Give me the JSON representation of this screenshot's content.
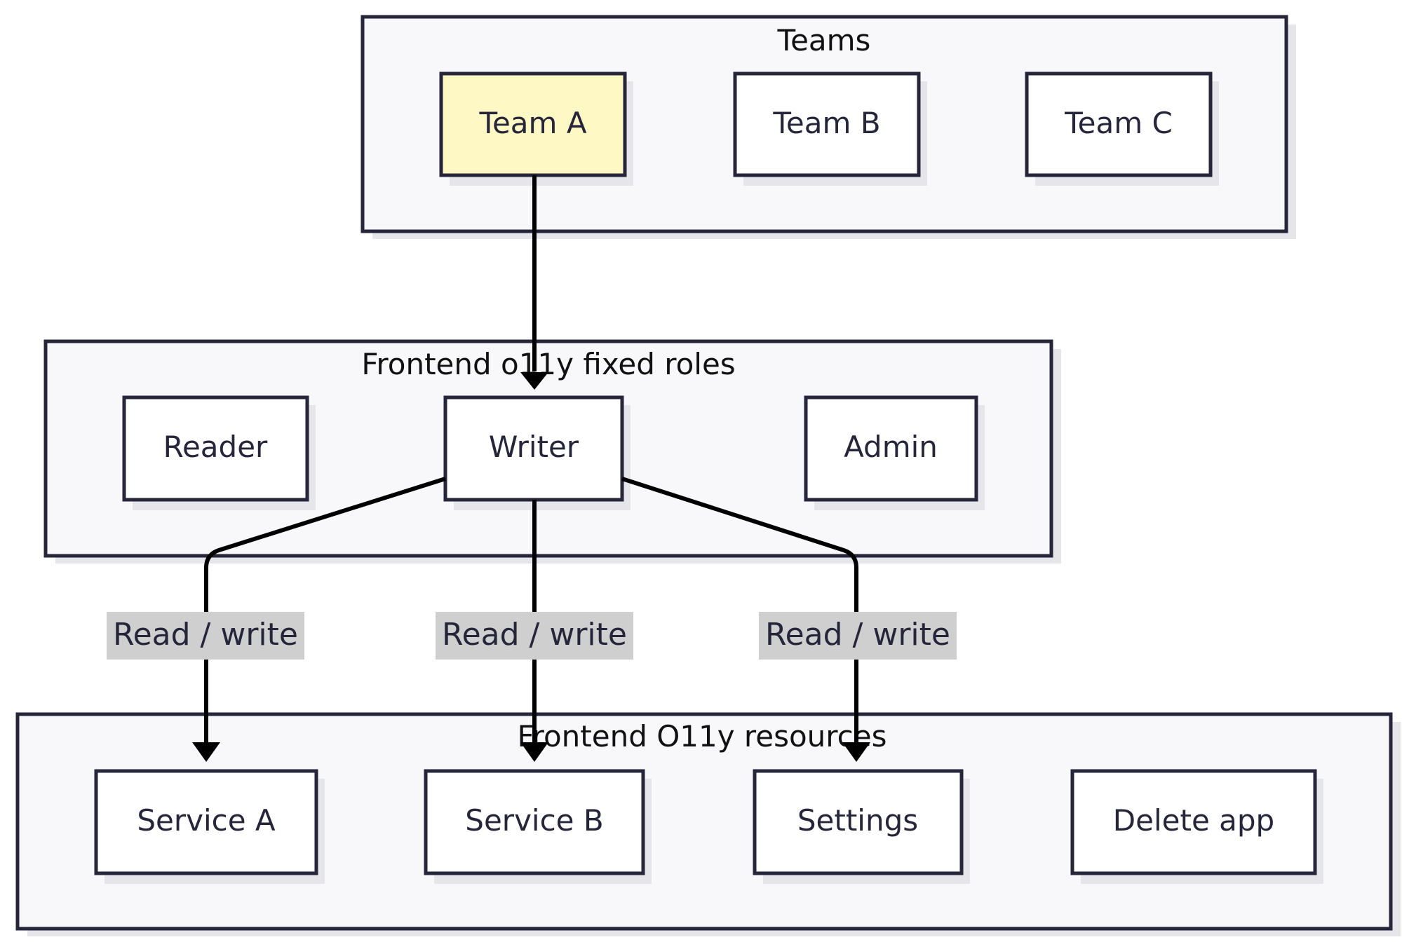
{
  "groups": {
    "teams": {
      "title": "Teams"
    },
    "roles": {
      "title": "Frontend o11y fixed roles"
    },
    "resources": {
      "title": "Frontend O11y resources"
    }
  },
  "nodes": {
    "team_a": "Team A",
    "team_b": "Team B",
    "team_c": "Team C",
    "reader": "Reader",
    "writer": "Writer",
    "admin": "Admin",
    "service_a": "Service A",
    "service_b": "Service B",
    "settings": "Settings",
    "delete_app": "Delete app"
  },
  "edges": [
    {
      "from": "Team A",
      "to": "Writer",
      "label": ""
    },
    {
      "from": "Writer",
      "to": "Service A",
      "label": "Read / write"
    },
    {
      "from": "Writer",
      "to": "Service B",
      "label": "Read / write"
    },
    {
      "from": "Writer",
      "to": "Settings",
      "label": "Read / write"
    }
  ],
  "colors": {
    "highlight_fill": "#fef9c4",
    "group_fill": "#f8f8fa",
    "border": "#26253a",
    "edge_label_bg": "#cfcfcf"
  }
}
